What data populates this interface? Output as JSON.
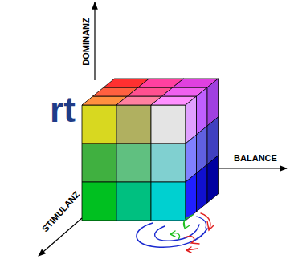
{
  "diagram": {
    "labels": [
      "rt",
      "DOMINANZ",
      "BALANCE",
      "STIMULANZ"
    ]
  }
}
